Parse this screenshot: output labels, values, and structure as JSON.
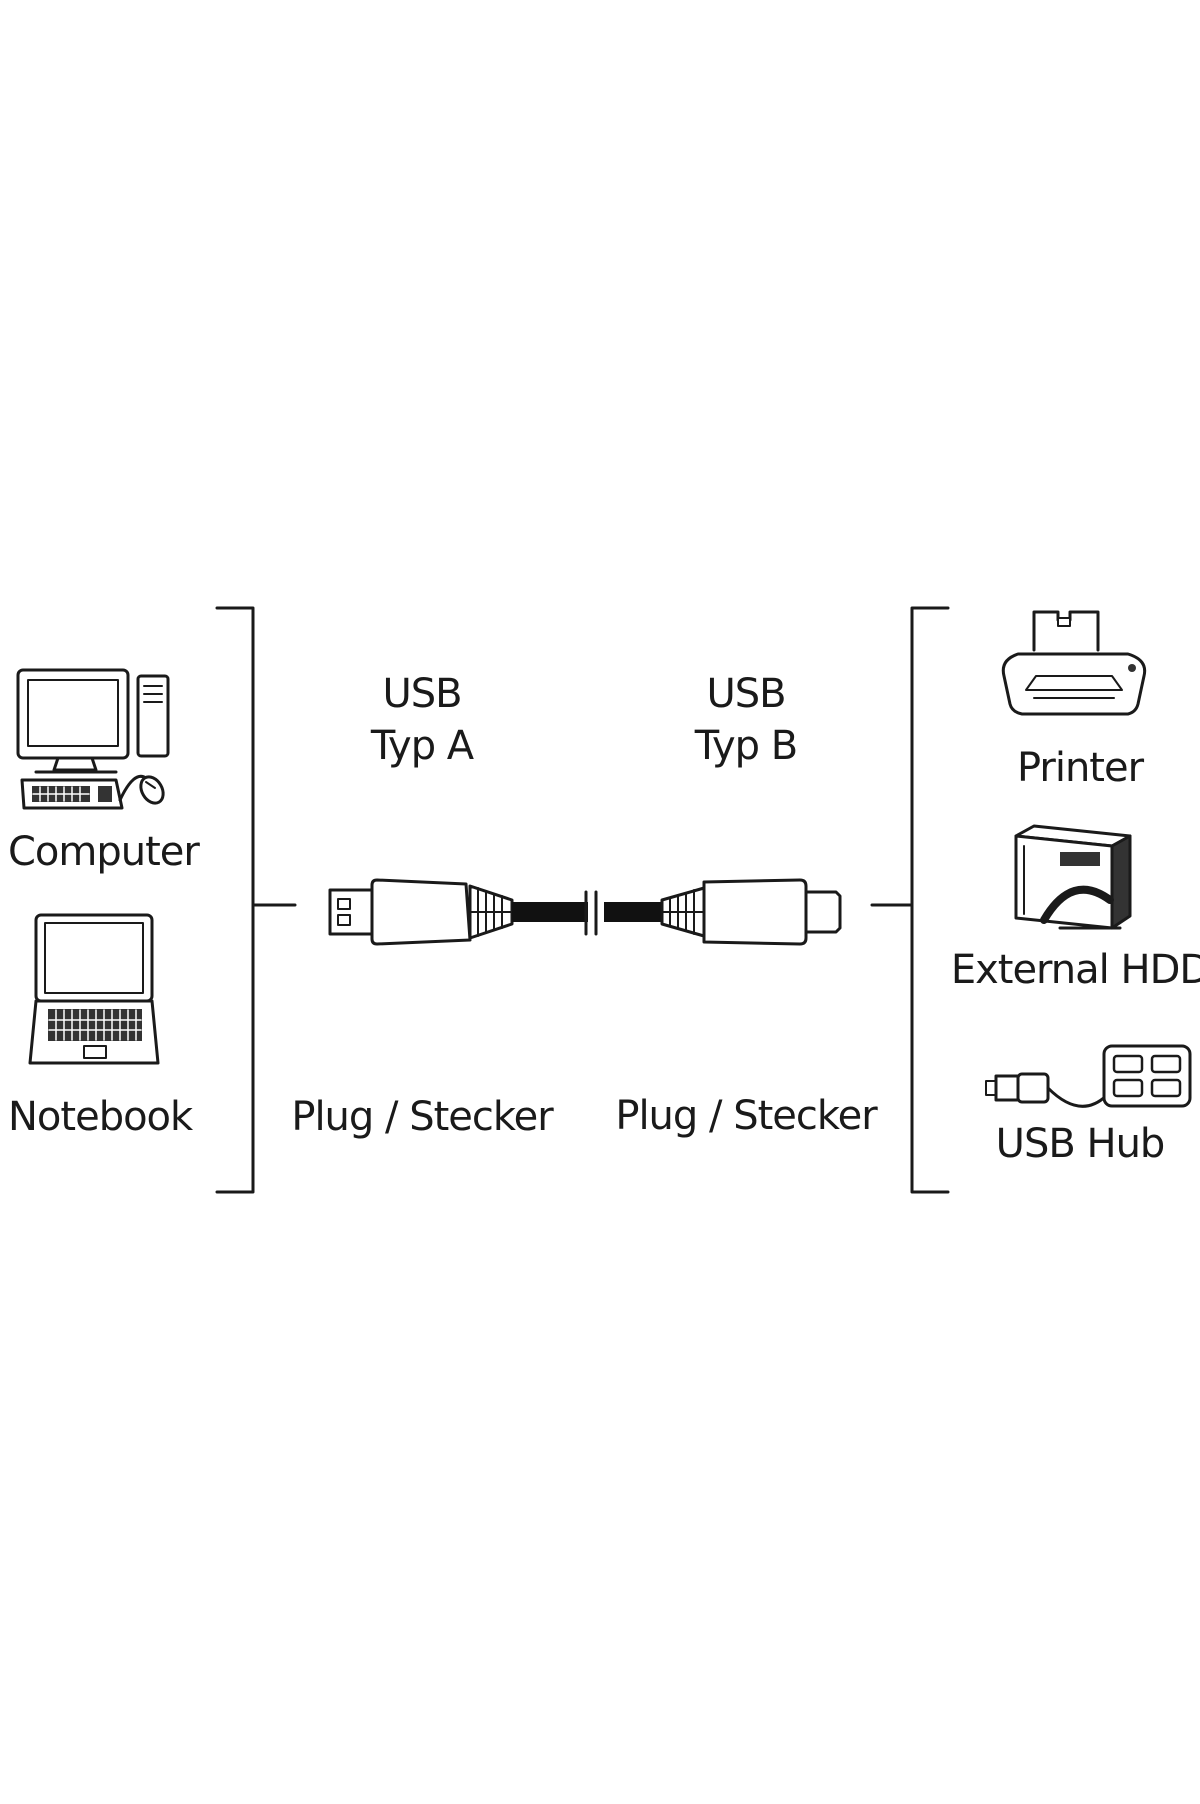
{
  "left_devices": [
    {
      "label": "Computer",
      "icon": "desktop-computer-icon"
    },
    {
      "label": "Notebook",
      "icon": "notebook-icon"
    }
  ],
  "connector_a": {
    "line1": "USB",
    "line2": "Typ A",
    "plug_label": "Plug / Stecker"
  },
  "connector_b": {
    "line1": "USB",
    "line2": "Typ B",
    "plug_label": "Plug / Stecker"
  },
  "right_devices": [
    {
      "label": "Printer",
      "icon": "printer-icon"
    },
    {
      "label": "External HDD",
      "icon": "external-hdd-icon"
    },
    {
      "label": "USB Hub",
      "icon": "usb-hub-icon"
    }
  ],
  "colors": {
    "line": "#1a1a1a",
    "fill": "#ffffff",
    "cable": "#111111"
  }
}
